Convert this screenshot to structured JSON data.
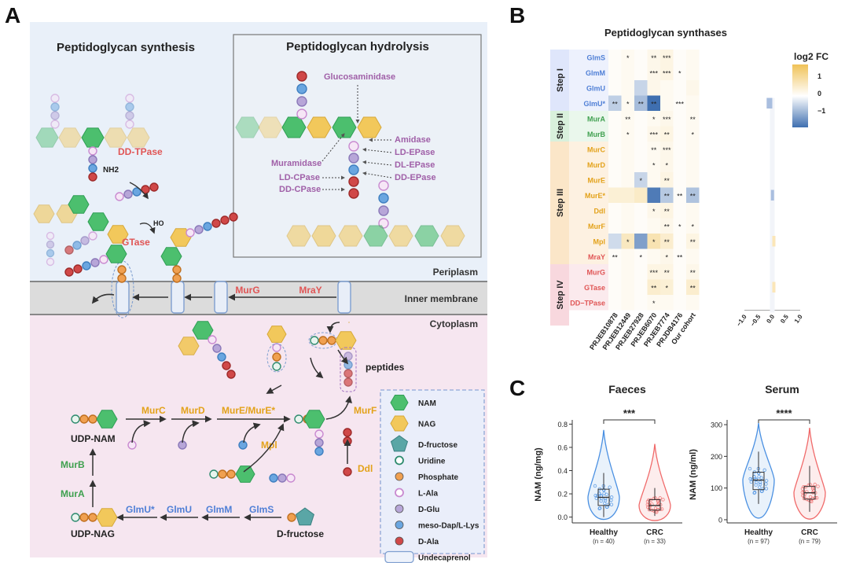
{
  "panels": {
    "a": "A",
    "b": "B",
    "c": "C"
  },
  "panelA": {
    "synthesis_title": "Peptidoglycan synthesis",
    "hydrolysis_title": "Peptidoglycan hydrolysis",
    "periplasm": "Periplasm",
    "inner_membrane": "Inner membrane",
    "cytoplasm": "Cytoplasm",
    "nh2": "NH2",
    "ho": "HO",
    "dd_tpase": "DD-TPase",
    "gtase": "GTase",
    "murg": "MurG",
    "mray": "MraY",
    "peptides": "peptides",
    "hydrolases": {
      "glucosaminidase": "Glucosaminidase",
      "amidase": "Amidase",
      "ld_epase": "LD-EPase",
      "dl_epase": "DL-EPase",
      "dd_epase": "DD-EPase",
      "muramidase": "Muramidase",
      "ld_cpase": "LD-CPase",
      "dd_cpase": "DD-CPase"
    },
    "pathway": {
      "murc": "MurC",
      "murd": "MurD",
      "mure": "MurE/MurE*",
      "murf": "MurF",
      "mpl": "Mpl",
      "ddl": "Ddl",
      "murb": "MurB",
      "mura": "MurA",
      "glmu_star": "GlmU*",
      "glmu": "GlmU",
      "glmm": "GlmM",
      "glms": "GlmS",
      "udp_nam": "UDP-NAM",
      "udp_nag": "UDP-NAG",
      "d_fructose": "D-fructose"
    },
    "legend": [
      {
        "label": "NAM",
        "kind": "hex",
        "color": "#4cbf6e"
      },
      {
        "label": "NAG",
        "kind": "hex",
        "color": "#f2c85b"
      },
      {
        "label": "D-fructose",
        "kind": "pent",
        "color": "#5aa6a6"
      },
      {
        "label": "Uridine",
        "kind": "ring",
        "color": "#2e8b6e"
      },
      {
        "label": "Phosphate",
        "kind": "dot",
        "color": "#f0a050"
      },
      {
        "label": "L-Ala",
        "kind": "ring",
        "color": "#c98ad0"
      },
      {
        "label": "D-Glu",
        "kind": "dot",
        "color": "#b7a6d8"
      },
      {
        "label": "meso-Dap/L-Lys",
        "kind": "dot",
        "color": "#6aa6e0"
      },
      {
        "label": "D-Ala",
        "kind": "dot",
        "color": "#d04848"
      },
      {
        "label": "Undecaprenol",
        "kind": "rect",
        "color": "#7f9fd0"
      }
    ]
  },
  "panelB": {
    "title": "Peptidoglycan synthases",
    "legend_title": "log2 FC",
    "colorbar_ticks": [
      "1",
      "0",
      "−1"
    ],
    "steps": [
      {
        "label": "Step I",
        "color": "#dfe6fb",
        "rows": 4
      },
      {
        "label": "Step II",
        "color": "#d9f0dc",
        "rows": 2
      },
      {
        "label": "Step III",
        "color": "#fbe6c8",
        "rows": 8
      },
      {
        "label": "Step IV",
        "color": "#f8d8de",
        "rows": 4
      }
    ],
    "genes": [
      {
        "name": "GlmS",
        "color": "#4f7fd6"
      },
      {
        "name": "GlmM",
        "color": "#4f7fd6"
      },
      {
        "name": "GlmU",
        "color": "#4f7fd6"
      },
      {
        "name": "GlmU*",
        "color": "#4f7fd6"
      },
      {
        "name": "MurA",
        "color": "#3fa04f"
      },
      {
        "name": "MurB",
        "color": "#3fa04f"
      },
      {
        "name": "MurC",
        "color": "#e3a21a"
      },
      {
        "name": "MurD",
        "color": "#e3a21a"
      },
      {
        "name": "MurE",
        "color": "#e3a21a"
      },
      {
        "name": "MurE*",
        "color": "#e3a21a"
      },
      {
        "name": "Ddl",
        "color": "#e3a21a"
      },
      {
        "name": "MurF",
        "color": "#e3a21a"
      },
      {
        "name": "Mpl",
        "color": "#e3a21a"
      },
      {
        "name": "MraY",
        "color": "#e05555"
      },
      {
        "name": "MurG",
        "color": "#e05555"
      },
      {
        "name": "GTase",
        "color": "#e05555"
      },
      {
        "name": "DD−TPase",
        "color": "#e05555"
      }
    ],
    "cohorts": [
      "PRJEB10878",
      "PRJEB12449",
      "PRJEB27928",
      "PRJEB6070",
      "PRJEB7774",
      "PRJDB4176",
      "Our cohort"
    ],
    "values": [
      [
        0.05,
        0.1,
        0.05,
        0.15,
        0.2,
        0.05,
        0.1
      ],
      [
        0.05,
        0.1,
        0.05,
        0.15,
        0.2,
        0.05,
        0.1
      ],
      [
        0.05,
        0.1,
        -0.35,
        0.15,
        0.1,
        0.05,
        0.15
      ],
      [
        -0.4,
        0.1,
        -0.55,
        -1.2,
        0.1,
        0.05,
        0.1
      ],
      [
        0.05,
        0.1,
        0.05,
        0.1,
        0.15,
        0.05,
        0.1
      ],
      [
        0.05,
        0.1,
        0.05,
        0.15,
        0.2,
        0.05,
        0.1
      ],
      [
        0.05,
        0.1,
        0.05,
        0.1,
        0.15,
        0.05,
        0.1
      ],
      [
        0.05,
        0.1,
        0.05,
        0.1,
        0.15,
        0.05,
        0.1
      ],
      [
        0.05,
        0.1,
        -0.35,
        0.1,
        0.2,
        0.05,
        0.1
      ],
      [
        0.3,
        0.3,
        0.4,
        -1.1,
        -0.45,
        0.05,
        -0.5
      ],
      [
        0.05,
        0.1,
        0.05,
        0.15,
        0.2,
        0.05,
        0.1
      ],
      [
        0.05,
        0.1,
        0.05,
        0.1,
        0.15,
        0.05,
        0.1
      ],
      [
        -0.3,
        0.45,
        -0.8,
        0.55,
        0.35,
        0.05,
        0.2
      ],
      [
        0.05,
        0.1,
        0.05,
        0.1,
        0.15,
        0.05,
        0.1
      ],
      [
        0.05,
        0.1,
        0.05,
        0.2,
        0.2,
        0.05,
        0.15
      ],
      [
        0.05,
        0.1,
        0.05,
        0.35,
        0.3,
        0.05,
        0.35
      ],
      [
        0.05,
        0.1,
        0.05,
        0.1,
        0.1,
        0.05,
        0.1
      ]
    ],
    "stars": [
      [
        "",
        "*",
        "",
        "**",
        "***",
        "",
        ""
      ],
      [
        "",
        "",
        "",
        "***",
        "***",
        "*",
        ""
      ],
      [
        "",
        "",
        "",
        "",
        "",
        "",
        ""
      ],
      [
        "**",
        "*",
        "**",
        "**",
        "",
        "***",
        ""
      ],
      [
        "",
        "**",
        "",
        "*",
        "***",
        "",
        "**"
      ],
      [
        "",
        "*",
        "",
        "***",
        "**",
        "",
        "*"
      ],
      [
        "",
        "",
        "",
        "**",
        "***",
        "",
        ""
      ],
      [
        "",
        "",
        "",
        "*",
        "*",
        "",
        ""
      ],
      [
        "",
        "",
        "*",
        "",
        "**",
        "",
        ""
      ],
      [
        "",
        "",
        "",
        "",
        "**",
        "**",
        "**"
      ],
      [
        "",
        "",
        "",
        "*",
        "**",
        "",
        ""
      ],
      [
        "",
        "",
        "",
        "",
        "**",
        "*",
        "*"
      ],
      [
        "",
        "*",
        "",
        "*",
        "**",
        "",
        "**"
      ],
      [
        "**",
        "",
        "*",
        "",
        "*",
        "**",
        ""
      ],
      [
        "",
        "",
        "",
        "***",
        "**",
        "",
        "**"
      ],
      [
        "",
        "",
        "",
        "**",
        "*",
        "",
        "**"
      ],
      [
        "",
        "",
        "",
        "*",
        "",
        "",
        ""
      ]
    ],
    "bar_axis": {
      "ticks": [
        "−1.0",
        "−0.5",
        "0.0",
        "0.5",
        "1.0"
      ],
      "min": -1.0,
      "max": 1.0
    },
    "bar_values": {
      "3": -0.2,
      "9": -0.05,
      "12": 0.1,
      "15": 0.08
    }
  },
  "panelC": {
    "faeces": {
      "title": "Faeces",
      "ylabel": "NAM (ng/mg)",
      "ticks": [
        "0.0",
        "0.2",
        "0.4",
        "0.6",
        "0.8"
      ],
      "ymin": -0.05,
      "ymax": 0.85,
      "sig": "***",
      "groups": [
        {
          "label": "Healthy",
          "n": "(n = 40)",
          "color": "#4a90e2",
          "median": 0.17,
          "q1": 0.1,
          "q3": 0.24,
          "lo": 0.0,
          "hi": 0.38,
          "vmax": 0.75,
          "vmin": -0.02
        },
        {
          "label": "CRC",
          "n": "(n = 33)",
          "color": "#f06a6a",
          "median": 0.1,
          "q1": 0.06,
          "q3": 0.15,
          "lo": 0.01,
          "hi": 0.25,
          "vmax": 0.63,
          "vmin": -0.03
        }
      ]
    },
    "serum": {
      "title": "Serum",
      "ylabel": "NAM (ng/ml)",
      "ticks": [
        "0",
        "100",
        "200",
        "300"
      ],
      "ymin": -10,
      "ymax": 320,
      "sig": "****",
      "groups": [
        {
          "label": "Healthy",
          "n": "(n = 97)",
          "color": "#4a90e2",
          "median": 125,
          "q1": 95,
          "q3": 150,
          "lo": 50,
          "hi": 215,
          "vmax": 305,
          "vmin": 5
        },
        {
          "label": "CRC",
          "n": "(n = 79)",
          "color": "#f06a6a",
          "median": 85,
          "q1": 65,
          "q3": 105,
          "lo": 25,
          "hi": 170,
          "vmax": 290,
          "vmin": 2
        }
      ]
    }
  }
}
